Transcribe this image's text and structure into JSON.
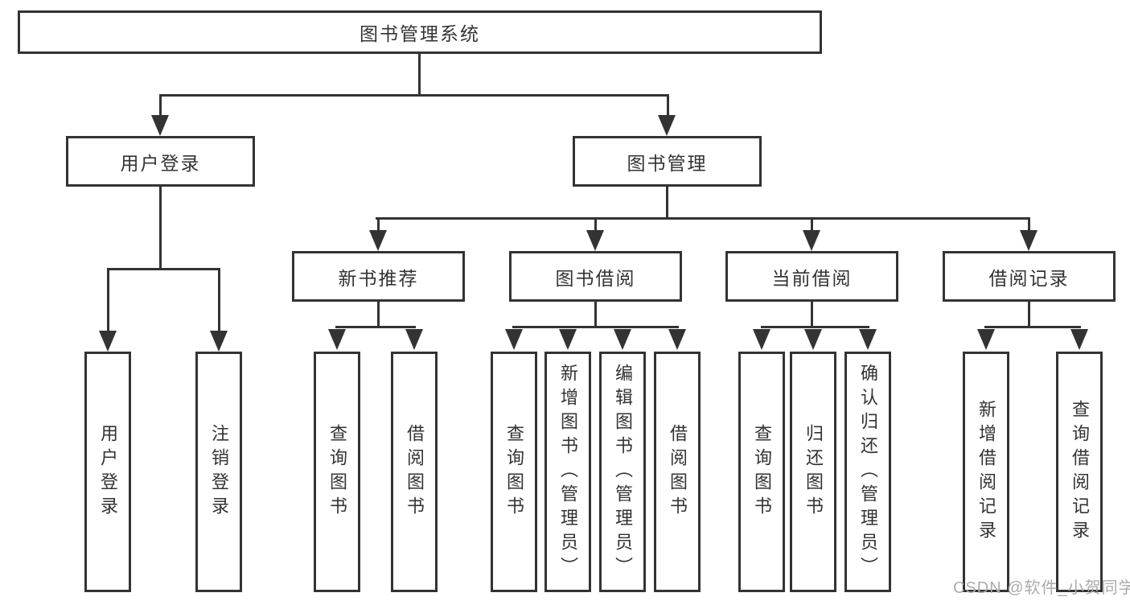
{
  "diagram": {
    "root": {
      "label": "图书管理系统"
    },
    "level1": [
      {
        "label": "用户登录"
      },
      {
        "label": "图书管理"
      }
    ],
    "level2": [
      {
        "label": "新书推荐"
      },
      {
        "label": "图书借阅"
      },
      {
        "label": "当前借阅"
      },
      {
        "label": "借阅记录"
      }
    ],
    "leaves_user_login": [
      {
        "label": "用户登录"
      },
      {
        "label": "注销登录"
      }
    ],
    "leaves_new_books": [
      {
        "label": "查询图书"
      },
      {
        "label": "借阅图书"
      }
    ],
    "leaves_book_borrow": [
      {
        "label": "查询图书"
      },
      {
        "label": "新增图书（管理员）"
      },
      {
        "label": "编辑图书（管理员）"
      },
      {
        "label": "借阅图书"
      }
    ],
    "leaves_current_borrow": [
      {
        "label": "查询图书"
      },
      {
        "label": "归还图书"
      },
      {
        "label": "确认归还（管理员）"
      }
    ],
    "leaves_borrow_records": [
      {
        "label": "新增借阅记录"
      },
      {
        "label": "查询借阅记录"
      }
    ]
  },
  "watermark": {
    "text": "CSDN @软件_小贺同学"
  },
  "colors": {
    "line": "#333333",
    "text": "#333333",
    "watermark": "#ABABAB",
    "background": "#FFFFFF"
  }
}
